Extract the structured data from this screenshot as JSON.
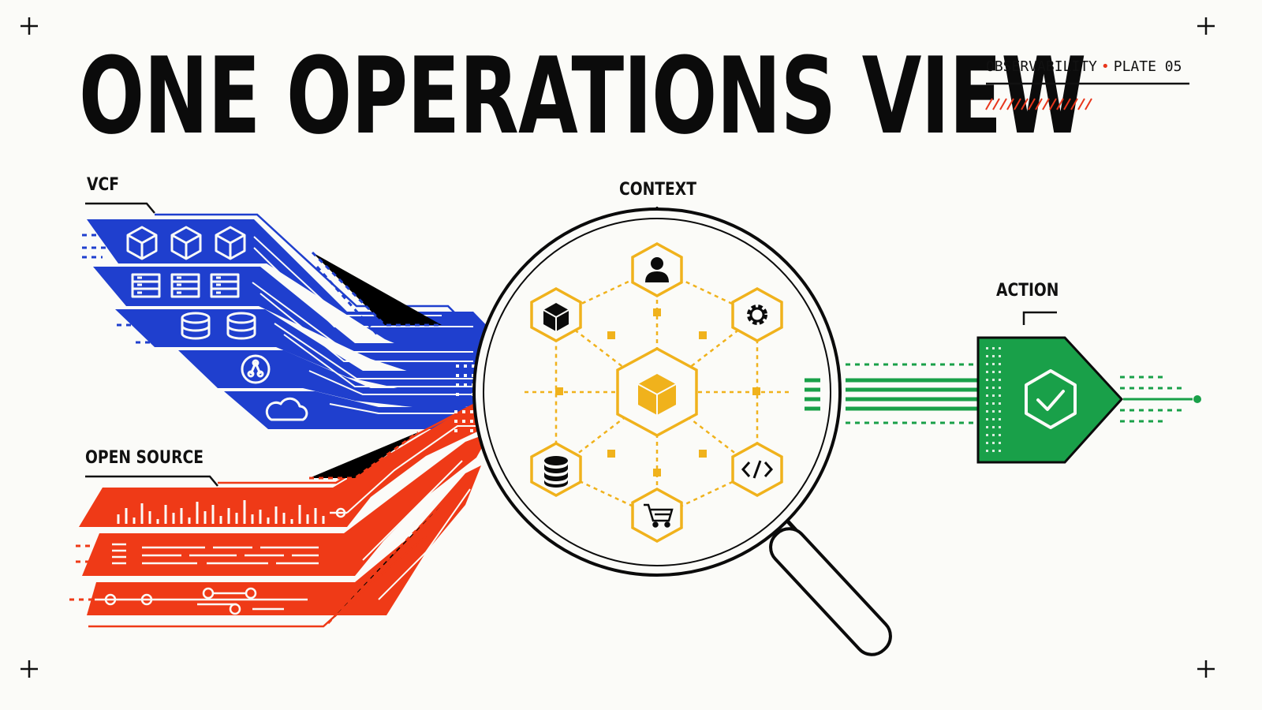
{
  "title": "ONE OPERATIONS VIEW",
  "plate": {
    "category": "OBSERVABILITY",
    "separator": "•",
    "number": "PLATE 05"
  },
  "labels": {
    "source_a": "VCF",
    "source_b": "OPEN SOURCE",
    "center": "CONTEXT",
    "output": "ACTION"
  },
  "context_icons": [
    "user-icon",
    "cube-icon",
    "gear-icon",
    "database-icon",
    "code-icon",
    "cart-icon",
    "central-cube-icon"
  ],
  "vcf_icons": [
    "cube-icon",
    "server-icon",
    "database-icon",
    "network-icon",
    "cloud-icon"
  ],
  "action_icon": "shield-check-icon",
  "colors": {
    "vcf": "#1f3fce",
    "open_source": "#ef3a17",
    "context": "#f0b21c",
    "action": "#19a049",
    "ink": "#0b0b0b"
  }
}
